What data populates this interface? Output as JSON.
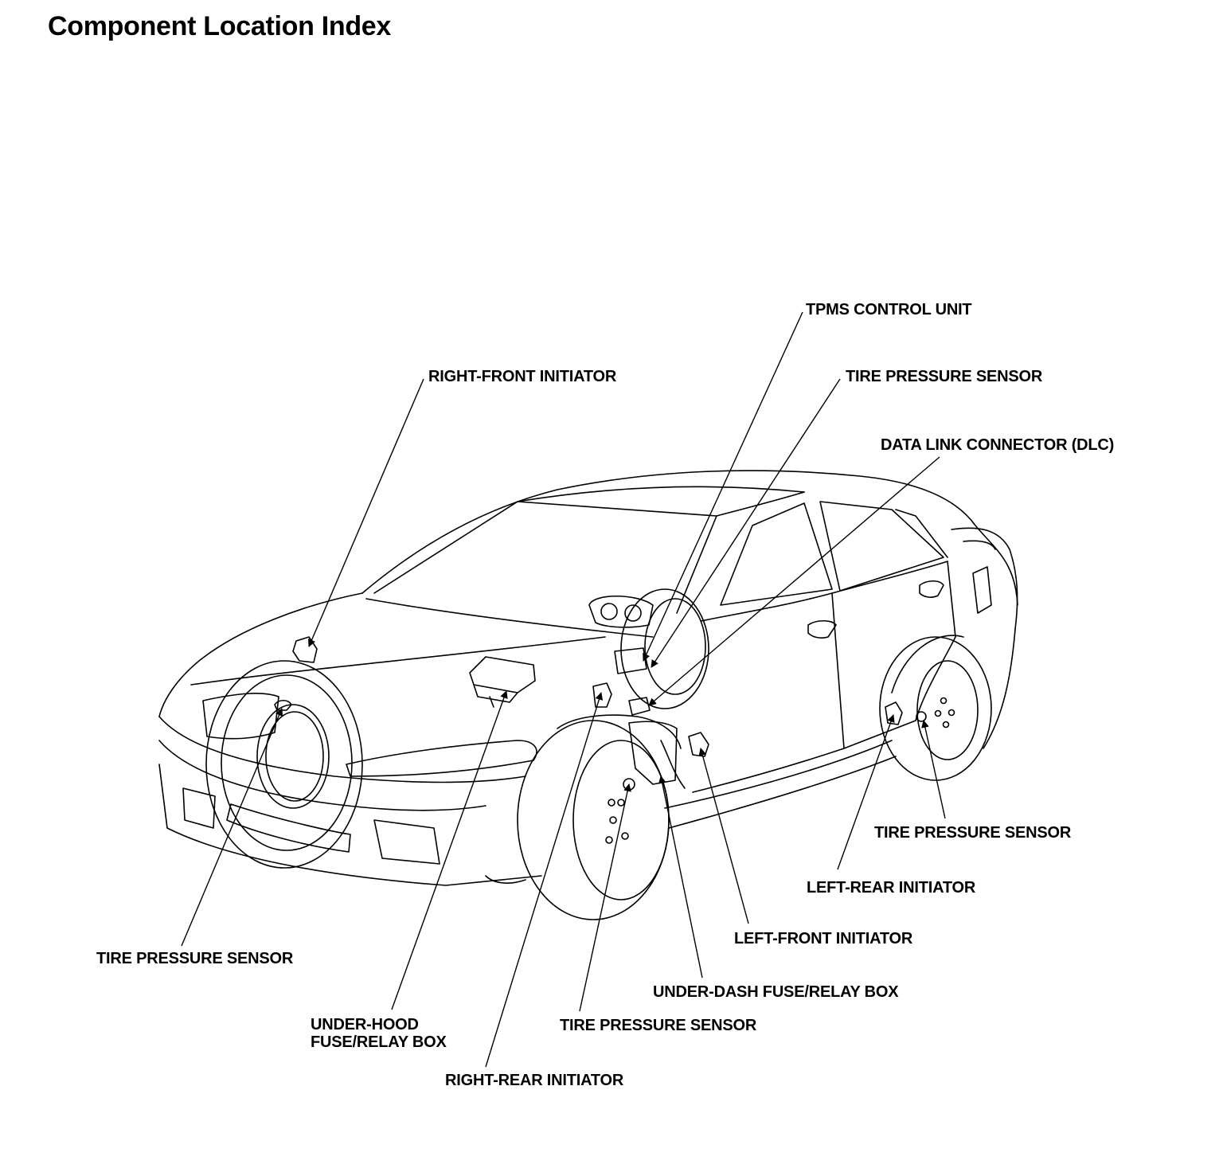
{
  "title": "Component Location Index",
  "callouts": {
    "tpms_control_unit": "TPMS CONTROL UNIT",
    "tire_pressure_sensor_left_front": "TIRE PRESSURE SENSOR",
    "data_link_connector": "DATA LINK CONNECTOR (DLC)",
    "right_front_initiator": "RIGHT-FRONT INITIATOR",
    "tire_pressure_sensor_left_rear": "TIRE PRESSURE SENSOR",
    "left_rear_initiator": "LEFT-REAR INITIATOR",
    "left_front_initiator": "LEFT-FRONT INITIATOR",
    "under_dash_fuse_relay_box": "UNDER-DASH FUSE/RELAY BOX",
    "tire_pressure_sensor_right_rear": "TIRE PRESSURE SENSOR",
    "right_rear_initiator": "RIGHT-REAR INITIATOR",
    "under_hood_fuse_relay_box_line1": "UNDER-HOOD",
    "under_hood_fuse_relay_box_line2": "FUSE/RELAY BOX",
    "tire_pressure_sensor_right_front": "TIRE PRESSURE SENSOR"
  },
  "colors": {
    "ink": "#000000",
    "paper": "#ffffff"
  }
}
